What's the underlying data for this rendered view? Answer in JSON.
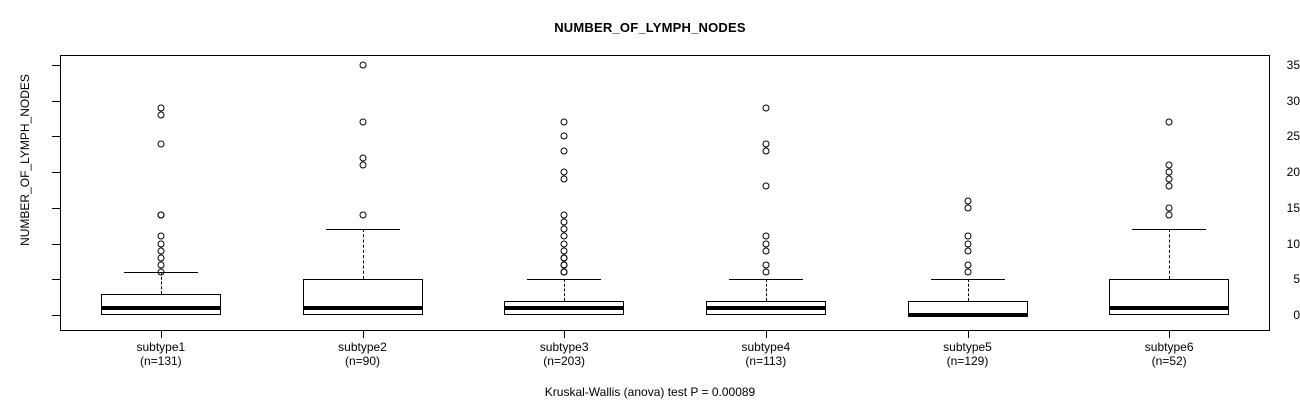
{
  "chart_data": {
    "type": "box",
    "title": "NUMBER_OF_LYMPH_NODES",
    "xlabel": "",
    "ylabel": "NUMBER_OF_LYMPH_NODES",
    "ylim": [
      0,
      36
    ],
    "yticks": [
      0,
      5,
      10,
      15,
      20,
      25,
      30,
      35
    ],
    "grid": false,
    "legend": null,
    "footnote": "Kruskal-Wallis (anova) test P = 0.00089",
    "categories": [
      "subtype1",
      "subtype2",
      "subtype3",
      "subtype4",
      "subtype5",
      "subtype6"
    ],
    "tick_labels": [
      [
        "subtype1",
        "(n=131)"
      ],
      [
        "subtype2",
        "(n=90)"
      ],
      [
        "subtype3",
        "(n=203)"
      ],
      [
        "subtype4",
        "(n=113)"
      ],
      [
        "subtype5",
        "(n=129)"
      ],
      [
        "subtype6",
        "(n=52)"
      ]
    ],
    "counts": [
      131,
      90,
      203,
      113,
      129,
      52
    ],
    "boxes": [
      {
        "name": "subtype1",
        "n": 131,
        "q1": 0,
        "median": 1,
        "q3": 3,
        "whisker_low": 0,
        "whisker_high": 6,
        "outliers": [
          6,
          7,
          8,
          9,
          10,
          11,
          14,
          14,
          24,
          28,
          29
        ]
      },
      {
        "name": "subtype2",
        "n": 90,
        "q1": 0,
        "median": 1,
        "q3": 5,
        "whisker_low": 0,
        "whisker_high": 12,
        "outliers": [
          14,
          21,
          22,
          27,
          35
        ]
      },
      {
        "name": "subtype3",
        "n": 203,
        "q1": 0,
        "median": 1,
        "q3": 2,
        "whisker_low": 0,
        "whisker_high": 5,
        "outliers": [
          6,
          6,
          7,
          7,
          8,
          8,
          9,
          10,
          11,
          12,
          13,
          14,
          19,
          20,
          23,
          25,
          27
        ]
      },
      {
        "name": "subtype4",
        "n": 113,
        "q1": 0,
        "median": 1,
        "q3": 2,
        "whisker_low": 0,
        "whisker_high": 5,
        "outliers": [
          6,
          7,
          9,
          10,
          11,
          18,
          23,
          24,
          29
        ]
      },
      {
        "name": "subtype5",
        "n": 129,
        "q1": 0,
        "median": 0,
        "q3": 2,
        "whisker_low": 0,
        "whisker_high": 5,
        "outliers": [
          6,
          7,
          9,
          10,
          11,
          15,
          16
        ]
      },
      {
        "name": "subtype6",
        "n": 52,
        "q1": 0,
        "median": 1,
        "q3": 5,
        "whisker_low": 0,
        "whisker_high": 12,
        "outliers": [
          14,
          15,
          18,
          19,
          20,
          21,
          27
        ]
      }
    ],
    "colors": {
      "line": "#000000",
      "fill": "#ffffff",
      "background": "#ffffff",
      "text": "#000000"
    }
  }
}
